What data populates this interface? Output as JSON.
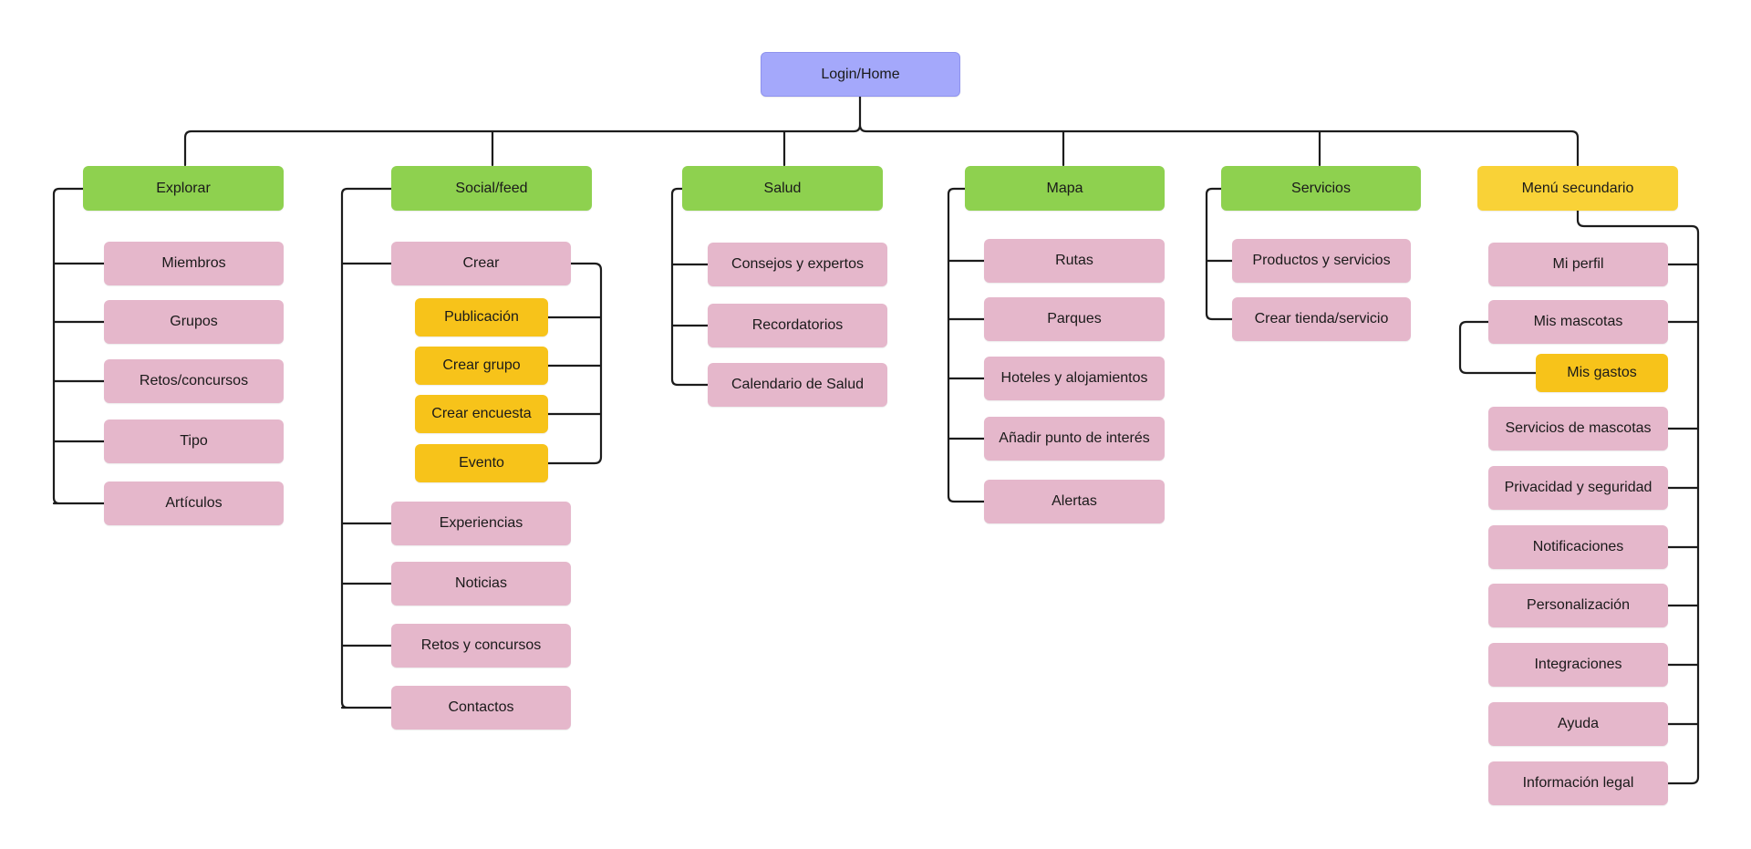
{
  "root": "Login/Home",
  "columns": [
    {
      "title": "Explorar",
      "items": [
        "Miembros",
        "Grupos",
        "Retos/concursos",
        "Tipo",
        "Artículos"
      ]
    },
    {
      "title": "Social/feed",
      "create": {
        "label": "Crear",
        "children": [
          "Publicación",
          "Crear grupo",
          "Crear encuesta",
          "Evento"
        ]
      },
      "items": [
        "Experiencias",
        "Noticias",
        "Retos y concursos",
        "Contactos"
      ]
    },
    {
      "title": "Salud",
      "items": [
        "Consejos y expertos",
        "Recordatorios",
        "Calendario de Salud"
      ]
    },
    {
      "title": "Mapa",
      "items": [
        "Rutas",
        "Parques",
        "Hoteles y alojamientos",
        "Añadir punto de interés",
        "Alertas"
      ]
    },
    {
      "title": "Servicios",
      "items": [
        "Productos y servicios",
        "Crear tienda/servicio"
      ]
    },
    {
      "title": "Menú secundario",
      "profile": "Mi perfil",
      "pets": {
        "label": "Mis mascotas",
        "child": "Mis gastos"
      },
      "items": [
        "Servicios de mascotas",
        "Privacidad y seguridad",
        "Notificaciones",
        "Personalización",
        "Integraciones",
        "Ayuda",
        "Información legal"
      ]
    }
  ],
  "colors": {
    "root": "#a4a8fb",
    "category": "#8ed14f",
    "secondary_menu": "#f9d237",
    "item": "#e5b7cb",
    "sub_item": "#f7c31a",
    "connector": "#1c1c1c"
  }
}
